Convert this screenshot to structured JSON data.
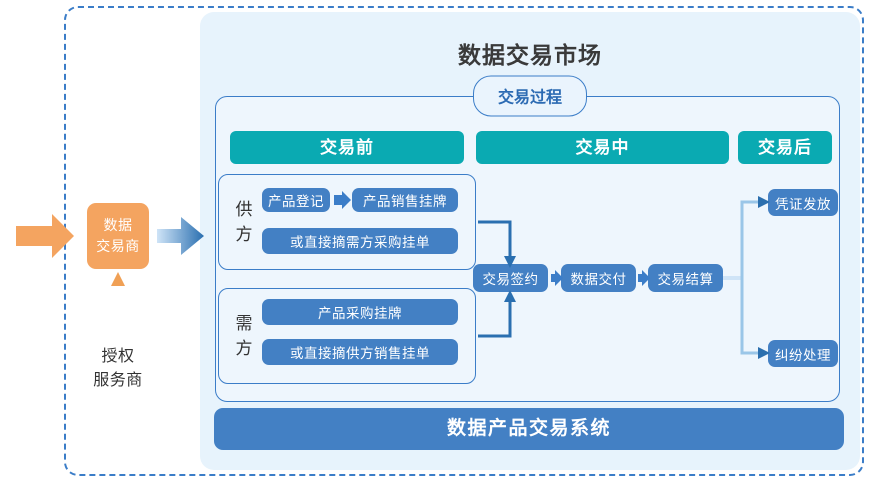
{
  "diagram": {
    "title": "数据交易市场",
    "process_pill": "交易过程",
    "phases": [
      {
        "id": "pre",
        "label": "交易前"
      },
      {
        "id": "mid",
        "label": "交易中"
      },
      {
        "id": "post",
        "label": "交易后"
      }
    ],
    "parties": [
      {
        "id": "supply",
        "label": "供方",
        "label_chars": [
          "供",
          "方"
        ],
        "nodes": [
          "产品登记",
          "产品销售挂牌",
          "或直接摘需方采购挂单"
        ]
      },
      {
        "id": "demand",
        "label": "需方",
        "label_chars": [
          "需",
          "方"
        ],
        "nodes": [
          "产品采购挂牌",
          "或直接摘供方销售挂单"
        ]
      }
    ],
    "chain": [
      "交易签约",
      "数据交付",
      "交易结算"
    ],
    "outcomes": [
      "凭证发放",
      "纠纷处理"
    ],
    "system_bar": "数据产品交易系统",
    "trader": {
      "line1": "数据",
      "line2": "交易商"
    },
    "service_provider": {
      "line1": "授权",
      "line2": "服务商"
    },
    "colors": {
      "teal": "#0aaab2",
      "blue": "#4380c4",
      "border_blue": "#3b7dc8",
      "panel_bg": "#e7f3fc",
      "inner_bg": "#eef6fd",
      "orange": "#f4a460",
      "title_text": "#3a3a3a",
      "pill_text": "#2c6bb3"
    }
  }
}
